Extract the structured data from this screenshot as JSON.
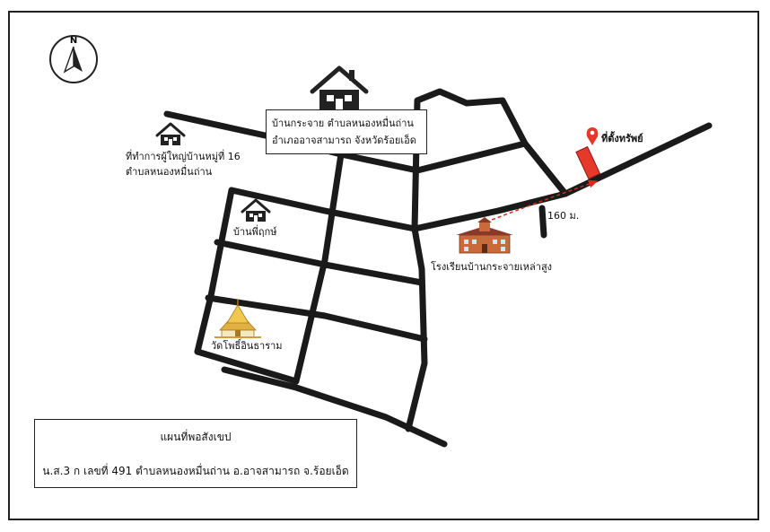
{
  "map": {
    "compass_letter": "N",
    "labels": {
      "village": [
        "บ้านกระจาย ตำบลหนองหมื่นถ่าน",
        "อำเภออาจสามารถ จังหวัดร้อยเอ็ด"
      ],
      "headman_office": [
        "ที่ทำการผู้ใหญ่บ้านหมู่ที่ 16",
        "ตำบลหนองหมื่นถ่าน"
      ],
      "house": "บ้านพี่ฤกษ์",
      "temple": "วัดโพธิ์อินธาราม",
      "school": "โรงเรียนบ้านกระจายเหล่าสูง",
      "property": "ที่ตั้งทรัพย์",
      "distance": "160 ม."
    },
    "legend": {
      "title": "แผนที่พอสังเขป",
      "description": "น.ส.3 ก เลขที่ 491 ตำบลหนองหมื่นถ่าน อ.อาจสามารถ จ.ร้อยเอ็ด"
    },
    "colors": {
      "road": "#1a1a1a",
      "property_fill": "#e5392c",
      "pin": "#e5392c",
      "route_arrow": "#d62a1e",
      "school_wall": "#c96a3b",
      "temple_gold": "#e0b040"
    },
    "icons": [
      "compass-icon",
      "house-icon",
      "school-icon",
      "temple-icon",
      "location-pin-icon"
    ]
  }
}
